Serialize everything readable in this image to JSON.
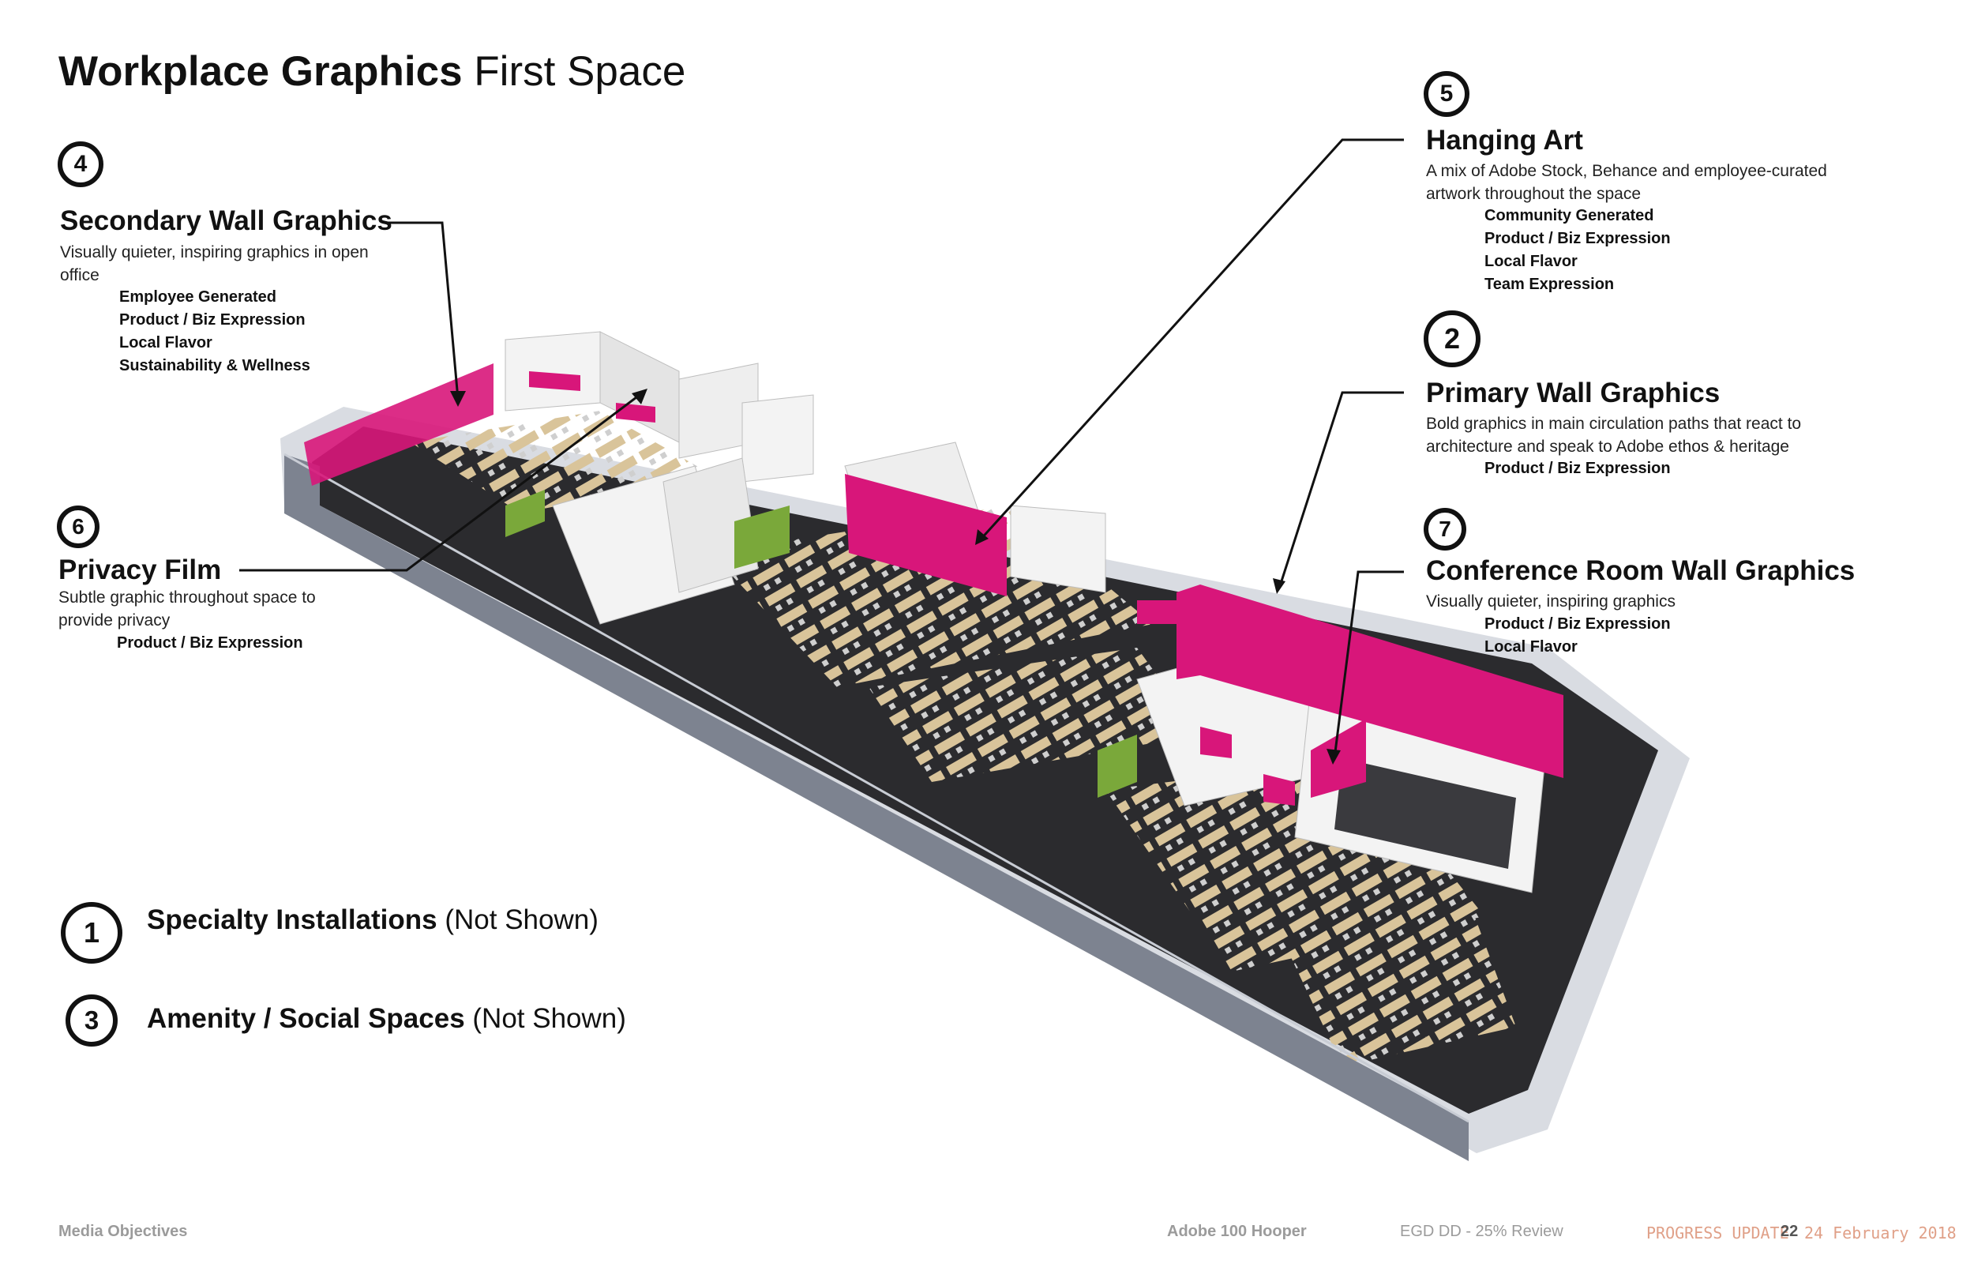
{
  "title": {
    "bold": "Workplace Graphics",
    "light": "First Space"
  },
  "sections": {
    "s4": {
      "number": "4",
      "heading": "Secondary Wall Graphics",
      "description": "Visually quieter, inspiring graphics in open office",
      "tags": [
        "Employee Generated",
        "Product / Biz Expression",
        "Local Flavor",
        "Sustainability & Wellness"
      ]
    },
    "s6": {
      "number": "6",
      "heading": "Privacy Film",
      "description": "Subtle graphic throughout space to provide privacy",
      "tags": [
        "Product / Biz Expression"
      ]
    },
    "s5": {
      "number": "5",
      "heading": "Hanging Art",
      "description": "A mix of Adobe Stock, Behance and employee-curated artwork throughout the space",
      "tags": [
        "Community Generated",
        "Product / Biz Expression",
        "Local Flavor",
        "Team Expression"
      ]
    },
    "s2": {
      "number": "2",
      "heading": "Primary Wall Graphics",
      "description": "Bold graphics in main circulation paths that react to architecture and speak to Adobe ethos & heritage",
      "tags": [
        "Product / Biz Expression"
      ]
    },
    "s7": {
      "number": "7",
      "heading": "Conference Room Wall Graphics",
      "description": "Visually quieter, inspiring graphics",
      "tags": [
        "Product / Biz Expression",
        "Local Flavor"
      ]
    }
  },
  "not_shown": [
    {
      "number": "1",
      "label": "Specialty Installations",
      "note": "(Not Shown)"
    },
    {
      "number": "3",
      "label": "Amenity / Social Spaces",
      "note": "(Not Shown)"
    }
  ],
  "footer": {
    "left": "Media Objectives",
    "project": "Adobe 100 Hooper",
    "review": "EGD DD - 25%  Review",
    "progress": "PROGRESS UPDATE",
    "page": "22",
    "date": "24 February 2018"
  },
  "colors": {
    "accent_magenta": "#d8167a",
    "floor_dark": "#2b2b2e",
    "wall_white": "#f3f3f3",
    "glass_grey": "#7d8390",
    "desk_wood": "#d9c49a"
  }
}
